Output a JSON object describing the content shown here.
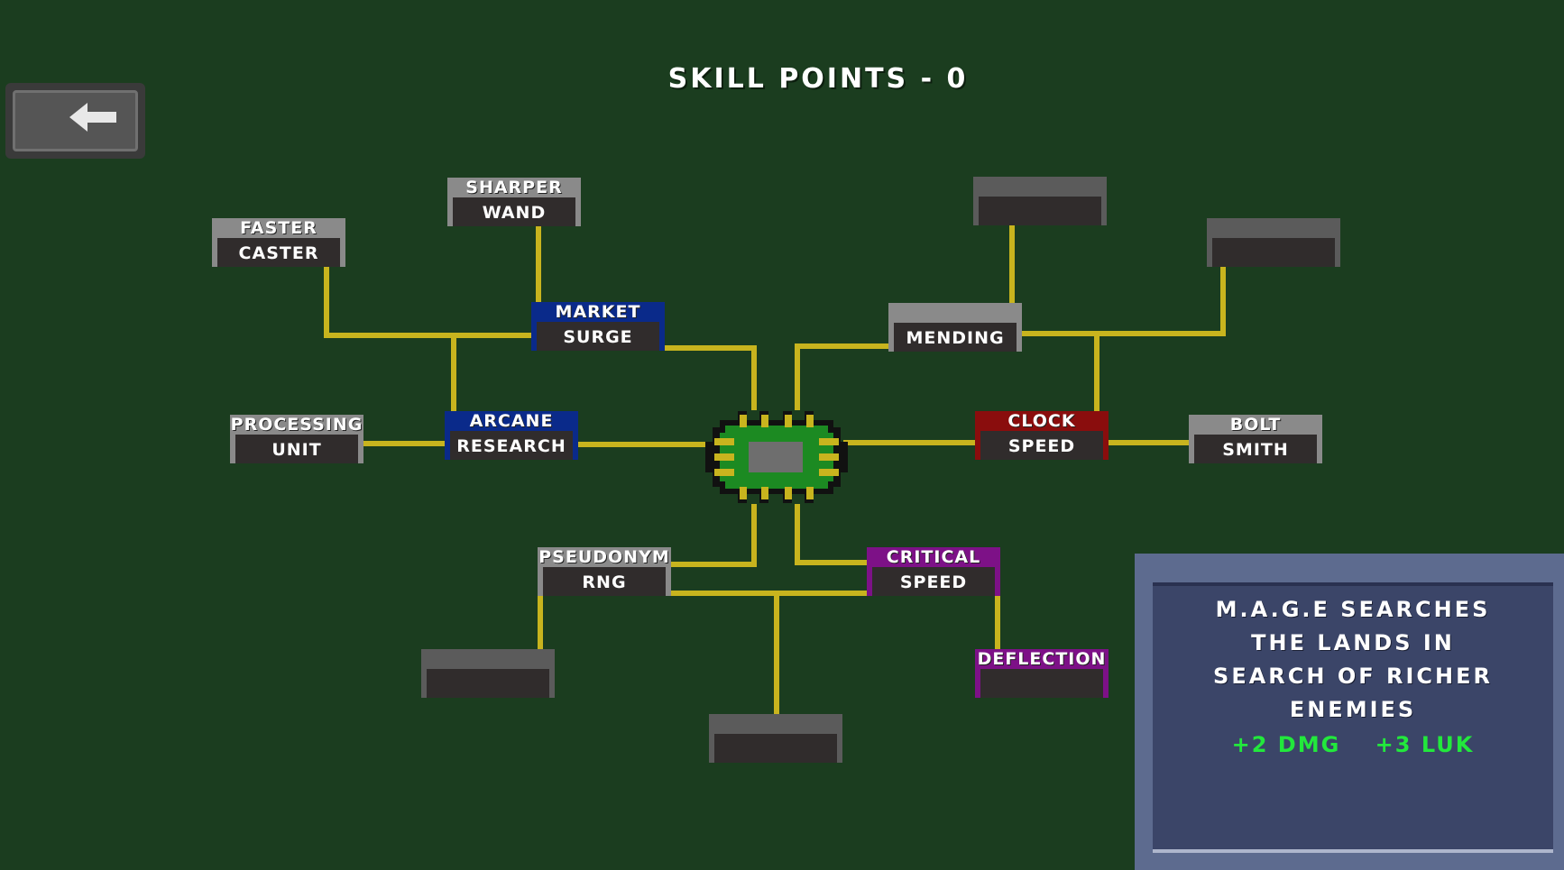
{
  "header": {
    "title": "SKILL POINTS - 0"
  },
  "colors": {
    "background": "#1b3d1f",
    "wire": "#c8b41e",
    "node_gray": "#8a8a8a",
    "node_blue": "#0a2a8a",
    "node_red": "#8a0d0d",
    "node_purple": "#7d1187",
    "node_empty": "#5b5b5b",
    "bonus_green": "#22e83c"
  },
  "back_button": {
    "icon": "arrow-left-icon"
  },
  "skills": {
    "faster_caster": {
      "line1": "FASTER",
      "line2": "CASTER",
      "state": "locked"
    },
    "sharper_wand": {
      "line1": "SHARPER",
      "line2": "WAND",
      "state": "locked"
    },
    "market_surge": {
      "line1": "MARKET",
      "line2": "SURGE",
      "state": "selected"
    },
    "processing_unit": {
      "line1": "PROCESSING",
      "line2": "UNIT",
      "state": "locked"
    },
    "arcane_research": {
      "line1": "ARCANE",
      "line2": "RESEARCH",
      "state": "unlocked"
    },
    "mending": {
      "line1": "MENDING",
      "line2": "",
      "state": "locked"
    },
    "clock_speed": {
      "line1": "CLOCK",
      "line2": "SPEED",
      "state": "unlocked"
    },
    "bolt_smith": {
      "line1": "BOLT",
      "line2": "SMITH",
      "state": "locked"
    },
    "pseudonym_rng": {
      "line1": "PSEUDONYM",
      "line2": "RNG",
      "state": "locked"
    },
    "critical_speed": {
      "line1": "CRITICAL",
      "line2": "SPEED",
      "state": "unlocked"
    },
    "deflection": {
      "line1": "DEFLECTION",
      "line2": "",
      "state": "unlocked"
    }
  },
  "info_panel": {
    "description": "M.A.G.E SEARCHES THE LANDS IN SEARCH OF RICHER ENEMIES",
    "bonus_dmg": "+2 DMG",
    "bonus_luk": "+3 LUK"
  }
}
